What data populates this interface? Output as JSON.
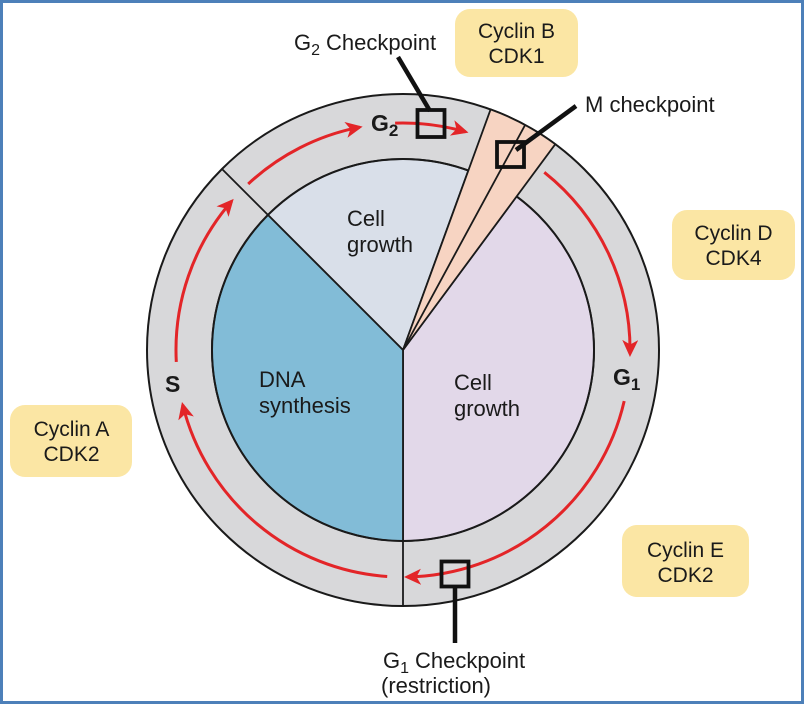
{
  "colors": {
    "border": "#4d80b9",
    "background": "#ffffff",
    "ring": "#d8d8da",
    "sector_growth_top": "#d9dfe9",
    "sector_growth_right": "#e2d8e9",
    "sector_dna": "#82bcd7",
    "sector_m_wedge": "#f7d4c2",
    "cyclin_box": "#fbe6a4",
    "arrow_red": "#e32528",
    "line_black": "#1a1a1a"
  },
  "figure": {
    "phase_labels": {
      "g2": {
        "g": "G",
        "sub": "2"
      },
      "g1": {
        "g": "G",
        "sub": "1"
      },
      "s": "S"
    },
    "sector_labels": {
      "growth_top": {
        "line1": "Cell",
        "line2": "growth"
      },
      "dna": {
        "line1": "DNA",
        "line2": "synthesis"
      },
      "growth_right": {
        "line1": "Cell",
        "line2": "growth"
      }
    },
    "checkpoint_labels": {
      "g2": {
        "g": "G",
        "sub": "2",
        "text": "Checkpoint"
      },
      "m": "M checkpoint",
      "g1": {
        "g": "G",
        "sub": "1",
        "text": "Checkpoint",
        "line2": "(restriction)"
      }
    },
    "cyclin_boxes": {
      "b": {
        "line1": "Cyclin B",
        "line2": "CDK1"
      },
      "d": {
        "line1": "Cyclin D",
        "line2": "CDK4"
      },
      "e": {
        "line1": "Cyclin E",
        "line2": "CDK2"
      },
      "a": {
        "line1": "Cyclin A",
        "line2": "CDK2"
      }
    }
  }
}
